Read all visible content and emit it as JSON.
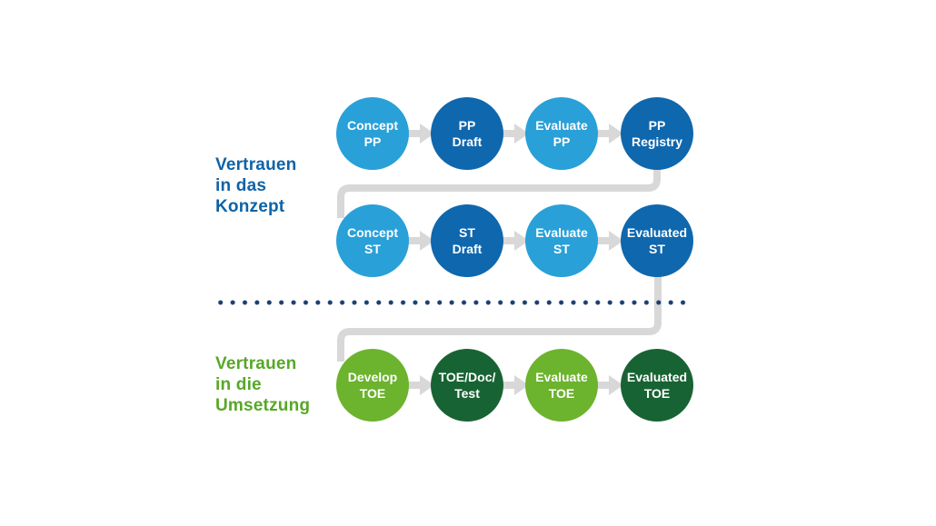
{
  "diagram": {
    "group_labels": {
      "concept": [
        "Vertrauen",
        "in das",
        "Konzept"
      ],
      "implementation": [
        "Vertrauen",
        "in die",
        "Umsetzung"
      ]
    },
    "rows": [
      {
        "name": "pp-row",
        "steps": [
          {
            "label": [
              "Concept",
              "PP"
            ]
          },
          {
            "label": [
              "PP",
              "Draft"
            ]
          },
          {
            "label": [
              "Evaluate",
              "PP"
            ]
          },
          {
            "label": [
              "PP",
              "Registry"
            ]
          }
        ]
      },
      {
        "name": "st-row",
        "steps": [
          {
            "label": [
              "Concept",
              "ST"
            ]
          },
          {
            "label": [
              "ST",
              "Draft"
            ]
          },
          {
            "label": [
              "Evaluate",
              "ST"
            ]
          },
          {
            "label": [
              "Evaluated",
              "ST"
            ]
          }
        ]
      },
      {
        "name": "toe-row",
        "steps": [
          {
            "label": [
              "Develop",
              "TOE"
            ]
          },
          {
            "label": [
              "TOE/Doc/",
              "Test"
            ]
          },
          {
            "label": [
              "Evaluate",
              "TOE"
            ]
          },
          {
            "label": [
              "Evaluated",
              "TOE"
            ]
          }
        ]
      }
    ],
    "colors": {
      "circle_light_blue": "#29a0d8",
      "circle_dark_blue": "#0f67ad",
      "circle_light_green": "#6cb32e",
      "circle_dark_green": "#186333",
      "label_blue": "#0e63a7",
      "label_green": "#58a728",
      "connector_gray": "#d8d8d8",
      "separator_dot_navy": "#1b3f72",
      "circle_text": "#ffffff"
    }
  }
}
